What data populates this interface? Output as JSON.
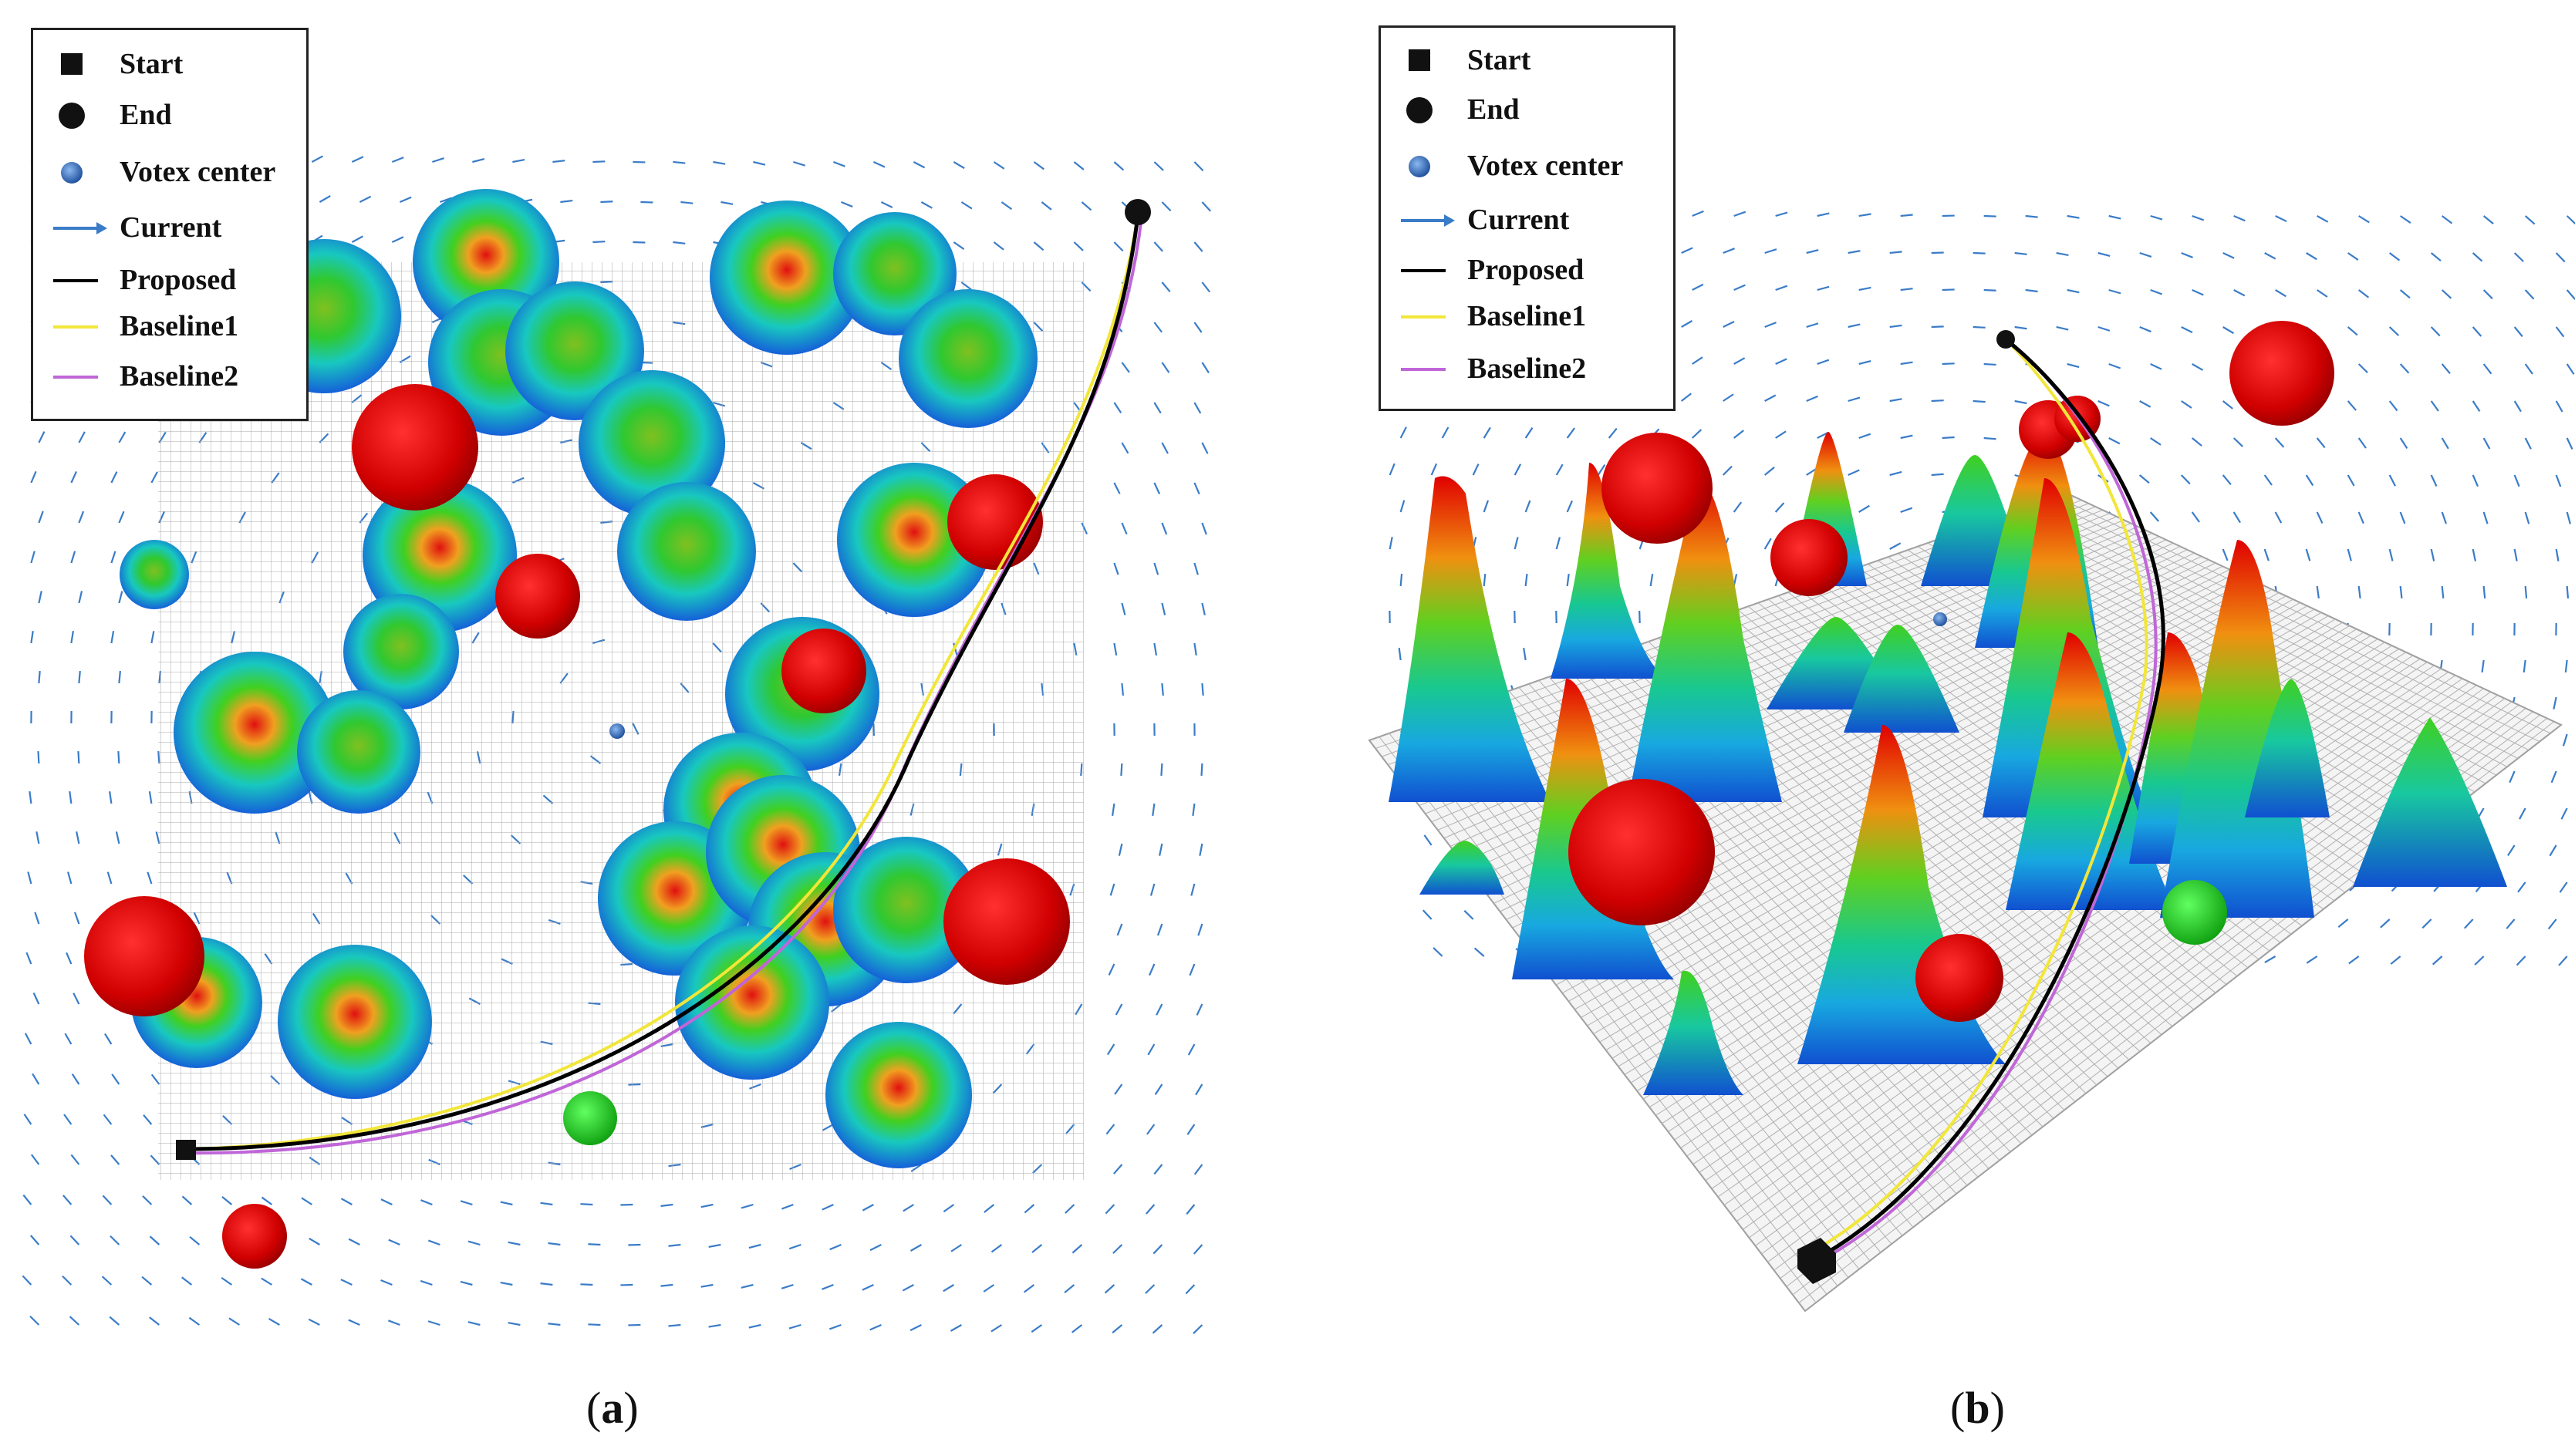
{
  "panels": [
    {
      "id": "a",
      "caption": "a",
      "legend": [
        {
          "label": "Start",
          "symbol": "square"
        },
        {
          "label": "End",
          "symbol": "circle"
        },
        {
          "label": "Votex center",
          "symbol": "sphere"
        },
        {
          "label": "Current",
          "symbol": "arrow"
        },
        {
          "label": "Proposed",
          "symbol": "line-black"
        },
        {
          "label": "Baseline1",
          "symbol": "line-yellow"
        },
        {
          "label": "Baseline2",
          "symbol": "line-purple"
        }
      ]
    },
    {
      "id": "b",
      "caption": "b",
      "legend": [
        {
          "label": "Start",
          "symbol": "square"
        },
        {
          "label": "End",
          "symbol": "circle"
        },
        {
          "label": "Votex center",
          "symbol": "sphere"
        },
        {
          "label": "Current",
          "symbol": "arrow"
        },
        {
          "label": "Proposed",
          "symbol": "line-black"
        },
        {
          "label": "Baseline1",
          "symbol": "line-yellow"
        },
        {
          "label": "Baseline2",
          "symbol": "line-purple"
        }
      ]
    }
  ],
  "colors": {
    "proposed": "#000000",
    "baseline1": "#f2e63a",
    "baseline2": "#c066d8",
    "current": "#3a7cc8",
    "obstacle_red": "#d40000",
    "mound_blue": "#1f6fd6",
    "grid": "#9a9a9a"
  }
}
